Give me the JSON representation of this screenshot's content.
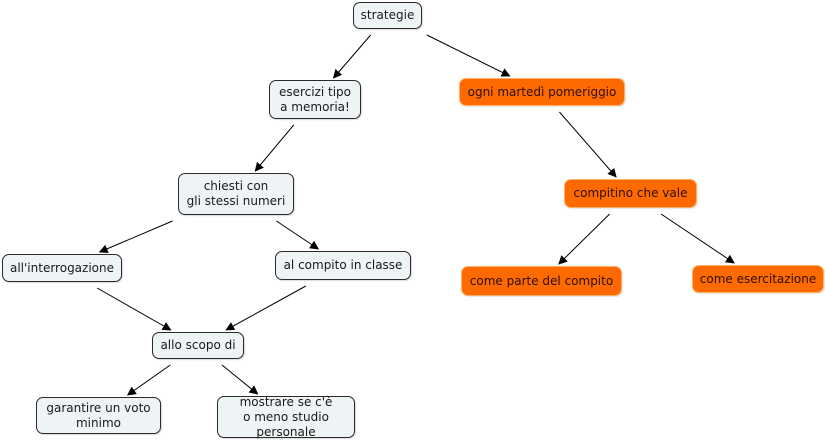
{
  "colors": {
    "concept_fill": "#eef3f6",
    "concept_border": "#2b2b2b",
    "highlight_fill": "#ff6a00",
    "highlight_border": "#ffb066",
    "edge": "#000000"
  },
  "nodes": {
    "strategie": "strategie",
    "esercizi": "esercizi tipo\na memoria!",
    "martedi": "ogni martedì pomeriggio",
    "chiesti": "chiesti con\ngli stessi numeri",
    "compitino": "compitino che vale",
    "interrog": "all'interrogazione",
    "compito": "al compito in classe",
    "parte": "come parte del compito",
    "esercitaz": "come esercitazione",
    "scopo": "allo scopo di",
    "garantire": "garantire un voto\nminimo",
    "mostrare": "mostrare se c'è\no meno studio personale"
  },
  "edges": [
    {
      "from": "strategie",
      "to": "esercizi"
    },
    {
      "from": "strategie",
      "to": "martedi"
    },
    {
      "from": "esercizi",
      "to": "chiesti"
    },
    {
      "from": "martedi",
      "to": "compitino"
    },
    {
      "from": "chiesti",
      "to": "interrog"
    },
    {
      "from": "chiesti",
      "to": "compito"
    },
    {
      "from": "compitino",
      "to": "parte"
    },
    {
      "from": "compitino",
      "to": "esercitaz"
    },
    {
      "from": "interrog",
      "to": "scopo"
    },
    {
      "from": "compito",
      "to": "scopo"
    },
    {
      "from": "scopo",
      "to": "garantire"
    },
    {
      "from": "scopo",
      "to": "mostrare"
    }
  ]
}
